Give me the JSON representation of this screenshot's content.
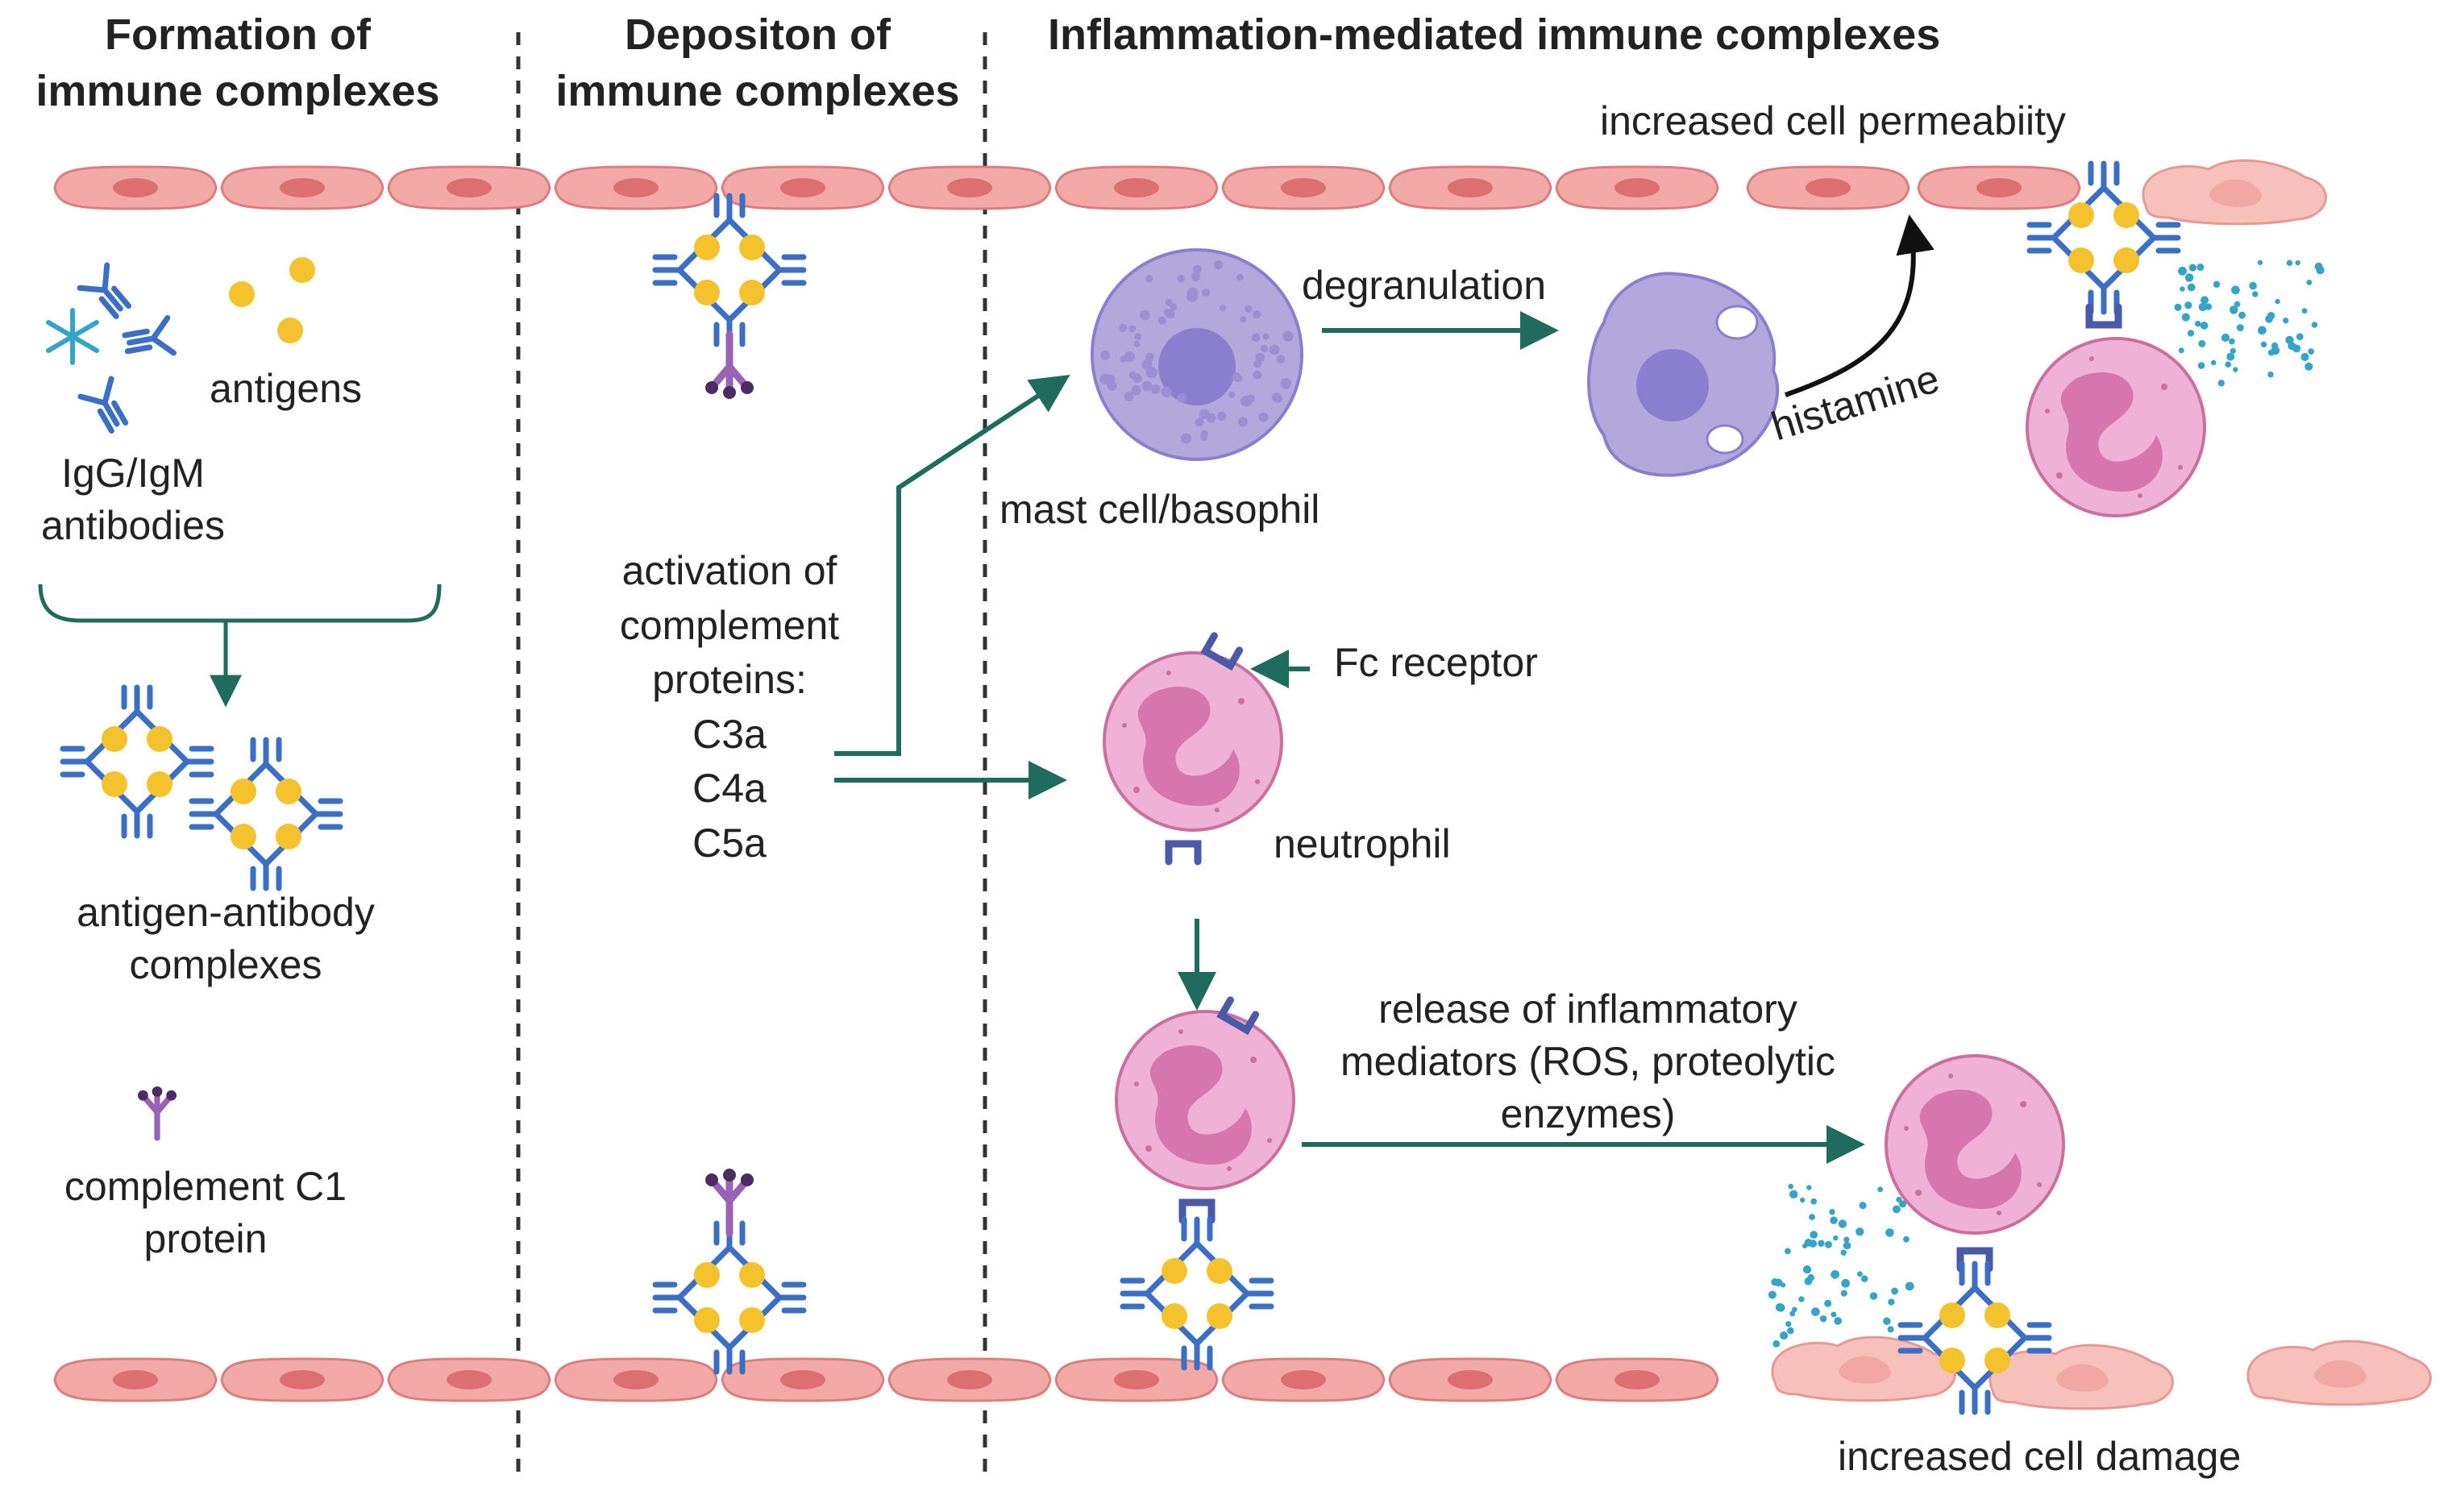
{
  "headers": {
    "formation": [
      "Formation of",
      "immune complexes"
    ],
    "deposition": [
      "Depositon of",
      "immune complexes"
    ],
    "inflammation": "Inflammation-mediated immune complexes"
  },
  "labels": {
    "increased_permeability": "increased cell permeabiity",
    "antigens": "antigens",
    "antibodies": [
      "IgG/IgM",
      "antibodies"
    ],
    "ag_ab_complexes": [
      "antigen-antibody",
      "complexes"
    ],
    "complement_c1": [
      "complement C1",
      "protein"
    ],
    "activation": [
      "activation of",
      "complement",
      "proteins:",
      "C3a",
      "C4a",
      "C5a"
    ],
    "degranulation": "degranulation",
    "mast_cell": "mast cell/basophil",
    "histamine": "histamine",
    "fc_receptor": "Fc receptor",
    "neutrophil": "neutrophil",
    "release": [
      "release of inflammatory",
      "mediators (ROS, proteolytic",
      "enzymes)"
    ],
    "increased_damage": "increased cell damage"
  },
  "colors": {
    "endothelium": "#f2a9a6",
    "endothelium_nucleus": "#de6f70",
    "damaged_cell": "#f7c0ba",
    "antibody": "#3b6fc6",
    "antigen": "#f3c22d",
    "complement": "#9a62b5",
    "mast_cell": "#b3a8dc",
    "mast_nucleus": "#8a7fce",
    "neutrophil": "#efb1d5",
    "neutrophil_nucleus": "#d775ad",
    "arrow": "#1f6b5d",
    "ros": "#36a3c9",
    "divider": "#333333"
  }
}
